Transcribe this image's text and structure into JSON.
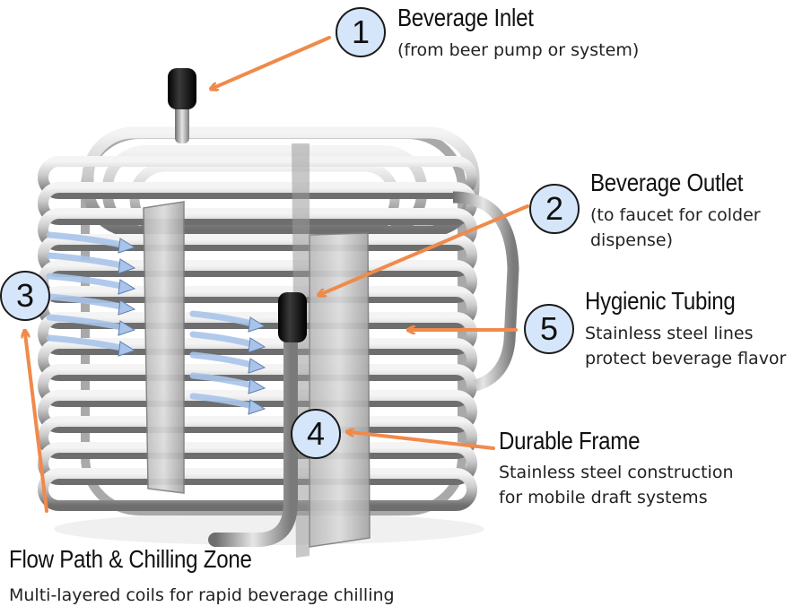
{
  "callouts": [
    {
      "number": "1",
      "title": "Beverage Inlet",
      "lines": [
        "(from beer pump or system)"
      ]
    },
    {
      "number": "2",
      "title": "Beverage Outlet",
      "lines": [
        "(to faucet for colder",
        "dispense)"
      ]
    },
    {
      "number": "3",
      "title": "Flow Path & Chilling Zone",
      "lines": [
        "Multi-layered coils for rapid beverage chilling"
      ]
    },
    {
      "number": "4",
      "title": "Durable Frame",
      "lines": [
        "Stainless steel construction",
        "for mobile draft systems"
      ]
    },
    {
      "number": "5",
      "title": "Hygienic Tubing",
      "lines": [
        "Stainless steel lines",
        "protect beverage flavor"
      ]
    }
  ],
  "colors": {
    "arrow": "#f08a4b",
    "badge_fill": "#d6e6fa",
    "flow_arrow": "#a9c4ea",
    "steel_light": "#e3e3e3",
    "steel_dark": "#7a7a7a",
    "cap": "#1a1a1a"
  }
}
